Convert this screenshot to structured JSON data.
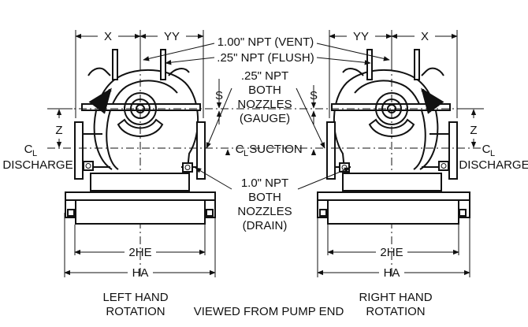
{
  "dimensions": {
    "x": "X",
    "yy": "YY",
    "s": "S",
    "z": "Z",
    "two_he": "2HE",
    "ha": "HA"
  },
  "callouts": {
    "vent": "1.00\" NPT (VENT)",
    "flush": ".25\" NPT (FLUSH)",
    "gauge": [
      ".25\" NPT",
      "BOTH",
      "NOZZLES",
      "(GAUGE)"
    ],
    "drain": [
      "1.0\" NPT",
      "BOTH",
      "NOZZLES",
      "(DRAIN)"
    ]
  },
  "centerlines": {
    "cl_symbol": "C",
    "cl_sub": "L",
    "suction": "SUCTION",
    "discharge": "DISCHARGE"
  },
  "captions": {
    "left_line1": "LEFT HAND",
    "left_line2": "ROTATION",
    "center": "VIEWED FROM PUMP END",
    "right_line1": "RIGHT HAND",
    "right_line2": "ROTATION"
  }
}
